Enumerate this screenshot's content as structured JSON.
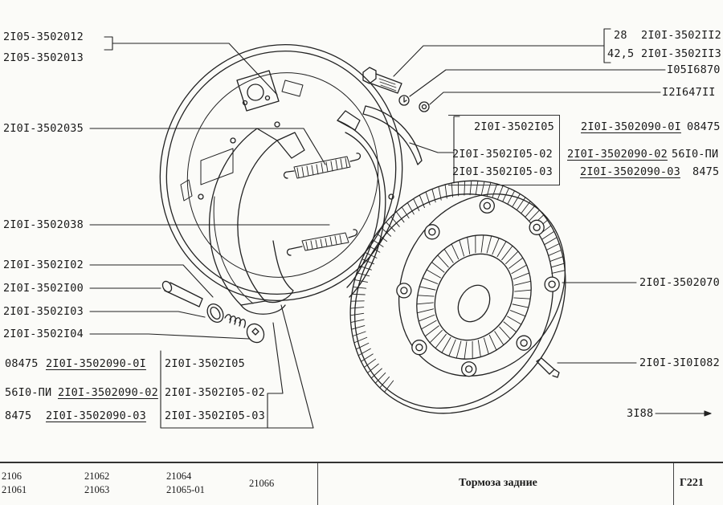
{
  "diagram": {
    "title": "Тормоза задние",
    "page_code": "Г221",
    "callouts_left": [
      {
        "part": "2I05-3502012"
      },
      {
        "part": "2I05-3502013"
      },
      {
        "part": "2I0I-3502035"
      },
      {
        "part": "2I0I-3502038"
      },
      {
        "part": "2I0I-3502I02"
      },
      {
        "part": "2I0I-3502I00"
      },
      {
        "part": "2I0I-3502I03"
      },
      {
        "part": "2I0I-3502I04"
      }
    ],
    "callouts_right": [
      {
        "size": "28",
        "part": "2I0I-3502II2"
      },
      {
        "size": "42,5",
        "part": "2I0I-3502II3"
      },
      {
        "part": "I05I6870"
      },
      {
        "part": "I2I647II"
      },
      {
        "part": "2I0I-3502070"
      },
      {
        "part": "2I0I-3I0I082"
      }
    ],
    "shoe_group_right": {
      "shoes": [
        "2I0I-3502I05",
        "2I0I-3502I05-02",
        "2I0I-3502I05-03"
      ],
      "linings": [
        {
          "part": "2I0I-3502090-0I",
          "code": "08475"
        },
        {
          "part": "2I0I-3502090-02",
          "code": "56I0-ПИ"
        },
        {
          "part": "2I0I-3502090-03",
          "code": "8475"
        }
      ]
    },
    "shoe_group_left": {
      "linings": [
        {
          "code": "08475",
          "part": "2I0I-3502090-0I"
        },
        {
          "code": "56I0-ПИ",
          "part": "2I0I-3502090-02"
        },
        {
          "code": "8475",
          "part": "2I0I-3502090-03"
        }
      ],
      "shoes": [
        "2I0I-3502I05",
        "2I0I-3502I05-02",
        "2I0I-3502I05-03"
      ]
    },
    "figure_number": "3I88",
    "figure_arrow": "→"
  },
  "footer": {
    "models": [
      [
        "2106",
        "21061"
      ],
      [
        "21062",
        "21063"
      ],
      [
        "21064",
        "21065-01"
      ],
      [
        "21066"
      ]
    ]
  }
}
